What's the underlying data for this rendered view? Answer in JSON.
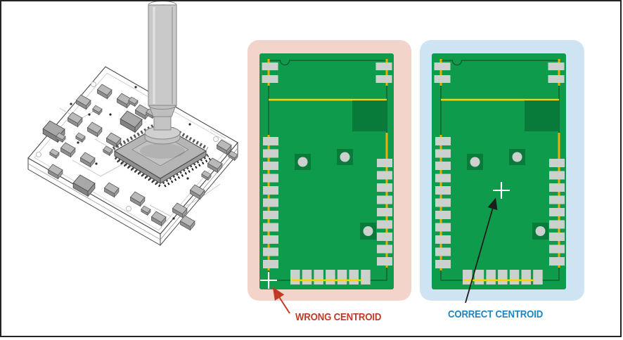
{
  "figure": {
    "description": "PCB pick-and-place centroid diagram",
    "illustration_alt": "isometric line art of a pick-and-place nozzle placing a QFP chip on a circuit board",
    "module_alt": "green RF module PCB footprint with edge pads, antenna keepout, and yellow traces"
  },
  "panels": {
    "wrong": {
      "label": "WRONG CENTROID",
      "marker": "crosshair at bottom-left corner of module"
    },
    "correct": {
      "label": "CORRECT CENTROID",
      "marker": "crosshair at center of module"
    }
  },
  "colors": {
    "pcb_green": "#0f9b4c",
    "pcb_dark_green": "#087a3a",
    "pad_gray": "#ccd1cd",
    "trace_yellow": "#ffd400",
    "trace_amber": "#f0ad00",
    "board_outline": "#10402a",
    "wrong_bg": "#f3d4cb",
    "correct_bg": "#cfe4f2",
    "wrong_accent": "#c13a26",
    "correct_accent": "#1b86c3",
    "arrow_black": "#1d1d1b",
    "crosshair": "#ffffff",
    "frame_border": "#242424"
  }
}
